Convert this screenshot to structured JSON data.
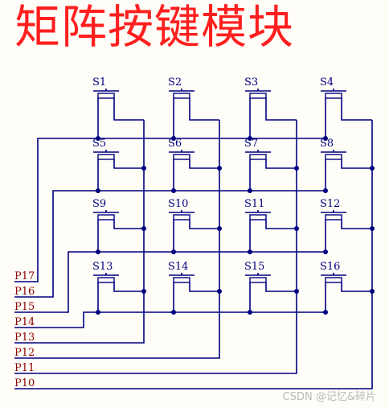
{
  "title": "矩阵按键模块",
  "watermark": "CSDN @记忆&碎片",
  "colors": {
    "title": "#ff1f1f",
    "wire": "#000080",
    "text": "#000080",
    "port": "#8b0000",
    "junction": "#000080"
  },
  "switches": [
    [
      "S1",
      "S2",
      "S3",
      "S4"
    ],
    [
      "S5",
      "S6",
      "S7",
      "S8"
    ],
    [
      "S9",
      "S10",
      "S11",
      "S12"
    ],
    [
      "S13",
      "S14",
      "S15",
      "S16"
    ]
  ],
  "ports": [
    "P17",
    "P16",
    "P15",
    "P14",
    "P13",
    "P12",
    "P11",
    "P10"
  ]
}
